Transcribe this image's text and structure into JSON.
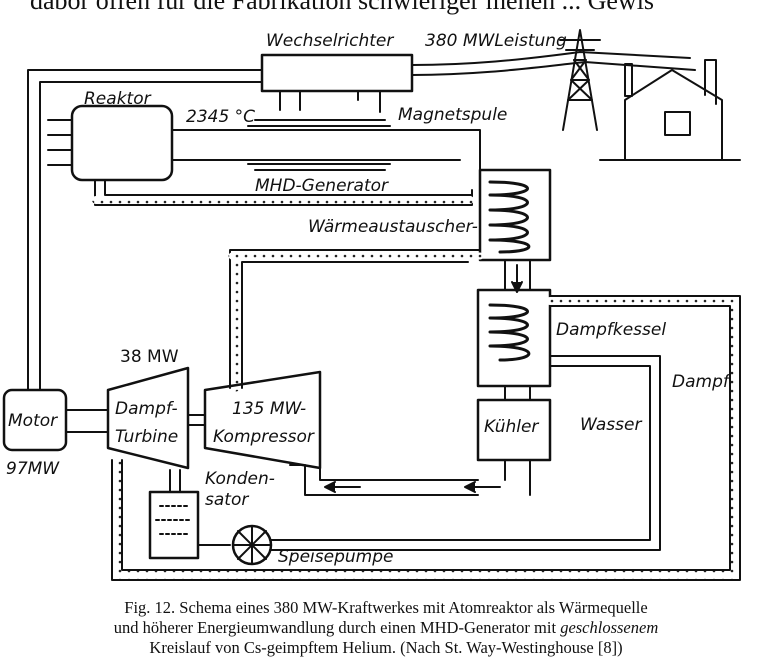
{
  "top_text": "dabor offen fur die Fabrikation schwieriger mehen ... Gewis",
  "labels": {
    "wechselrichter": "Wechselrichter",
    "leistung": "380 MWLeistung",
    "reaktor": "Reaktor",
    "temperatur": "2345 °C",
    "magnetspule": "Magnetspule",
    "mhd_generator": "MHD-Generator",
    "waermetauscher": "Wärmeaustauscher-",
    "dampfkessel": "Dampfkessel",
    "dampf": "Dampf",
    "wasser": "Wasser",
    "kuehler": "Kühler",
    "mw38": "38 MW",
    "dampf_turbine_1": "Dampf-",
    "dampf_turbine_2": "Turbine",
    "mw135": "135 MW-",
    "kompressor": "Kompressor",
    "motor": "Motor",
    "mw97": "97MW",
    "kondensator_1": "Konden-",
    "kondensator_2": "sator",
    "speisepumpe": "Speisepumpe"
  },
  "caption": {
    "line1": "Fig. 12.  Schema eines 380 MW-Kraftwerkes mit Atomreaktor als Wärmequelle",
    "line2_a": "und höherer Energieumwandlung durch einen MHD-Generator mit ",
    "line2_b": "geschlossenem",
    "line3": "Kreislauf von Cs-geimpftem Helium.  (Nach St. Way-Westinghouse [8])"
  }
}
